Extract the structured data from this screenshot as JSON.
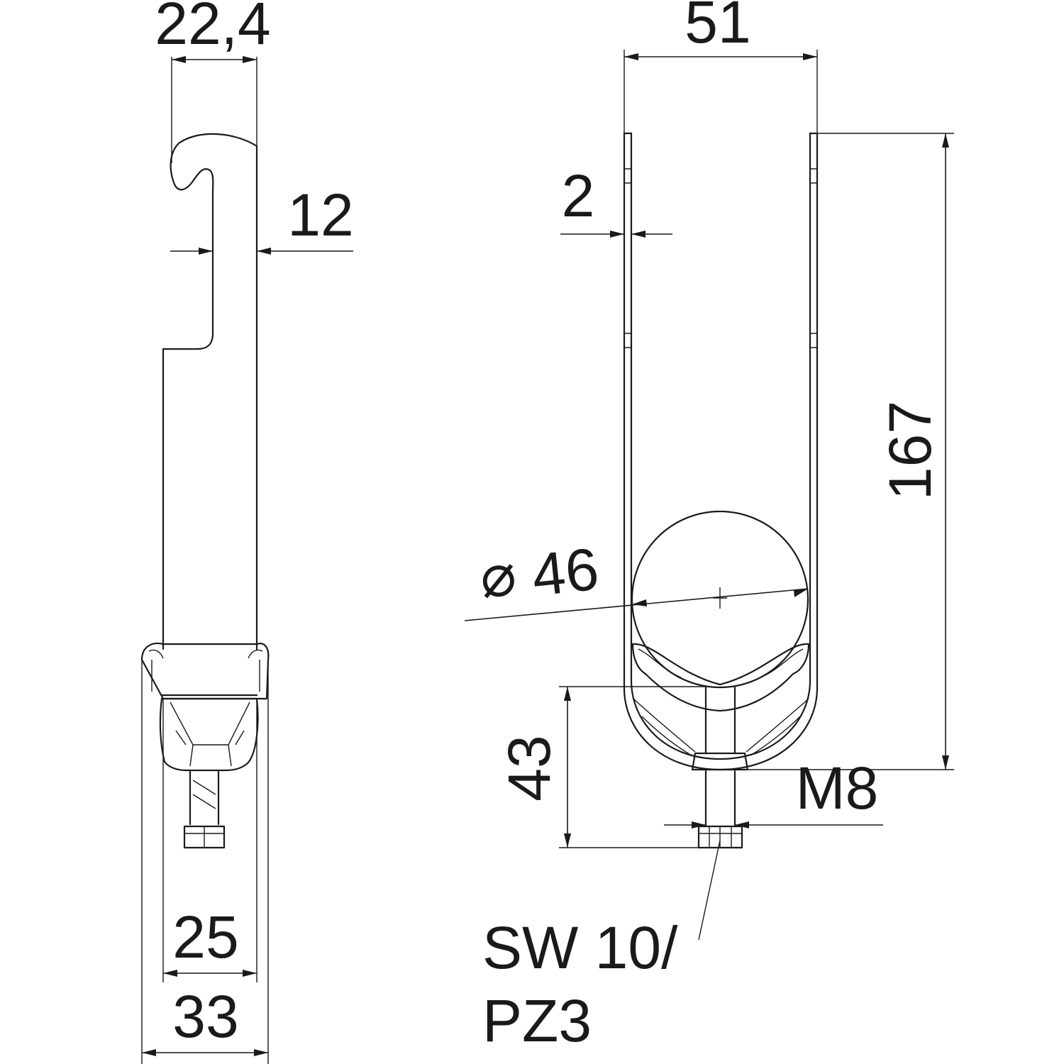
{
  "dimensions": {
    "hook_width": "22,4",
    "hook_depth": "12",
    "inner_width": "25",
    "outer_width": "33",
    "clip_width": "51",
    "material_thickness": "2",
    "overall_height": "167",
    "diameter_symbol": "⌀",
    "cable_diameter": "46",
    "screw_offset": "43",
    "thread": "M8",
    "drive_line1": "SW 10/",
    "drive_line2": "PZ3"
  },
  "colors": {
    "line": "#1a1a1a",
    "background": "#ffffff"
  }
}
